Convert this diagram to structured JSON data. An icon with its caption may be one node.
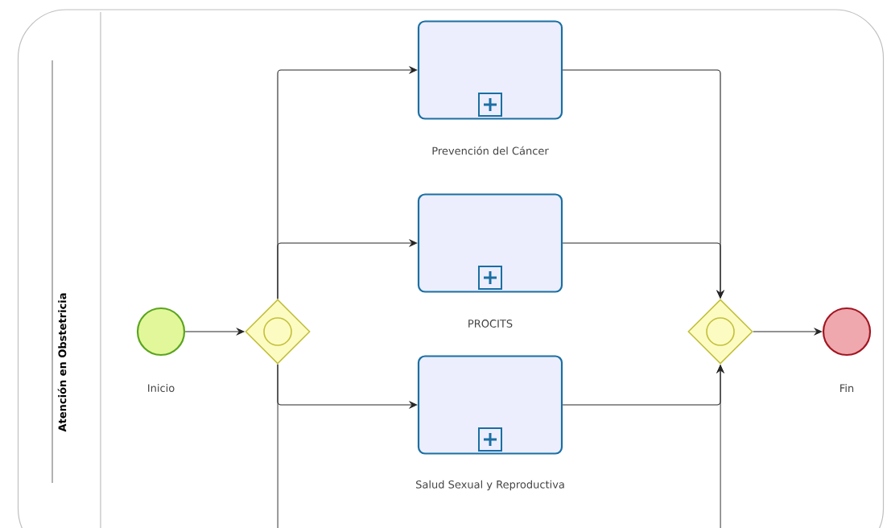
{
  "diagram": {
    "nodes": [
      {
        "text": [
          "Atención en Obstetricia"
        ]
      },
      {
        "text": [],
        "shape": "circle",
        "beside": [
          "Inicio"
        ],
        "in": 0
      },
      {
        "text": [],
        "shape": "diamond",
        "in": 0
      },
      {
        "text": [],
        "shape": "box",
        "beside": [
          "Prevención del Cáncer"
        ],
        "in": 0
      },
      {
        "text": [],
        "shape": "box",
        "beside": [
          "PROCITS"
        ],
        "in": 0
      },
      {
        "text": [],
        "shape": "box",
        "beside": [
          "Salud Sexual y Reproductiva"
        ],
        "in": 0
      },
      {
        "text": [],
        "shape": "diamond",
        "in": 0
      },
      {
        "text": [],
        "shape": "circle",
        "beside": [
          "Fin"
        ],
        "in": 0
      }
    ],
    "edges": [
      {
        "from": 1,
        "to": 2,
        "arrow": "to"
      },
      {
        "from": 2,
        "to": 3,
        "arrow": "to"
      },
      {
        "from": 2,
        "to": 4,
        "arrow": "to"
      },
      {
        "from": 2,
        "to": 5,
        "arrow": "to"
      },
      {
        "from": 2,
        "to": null,
        "arrow": "none"
      },
      {
        "from": 3,
        "to": 6,
        "arrow": "to"
      },
      {
        "from": 4,
        "to": 6,
        "arrow": "to"
      },
      {
        "from": 5,
        "to": 6,
        "arrow": "to"
      },
      {
        "from": null,
        "to": 6,
        "arrow": "to"
      },
      {
        "from": 6,
        "to": 7,
        "arrow": "to"
      }
    ]
  }
}
